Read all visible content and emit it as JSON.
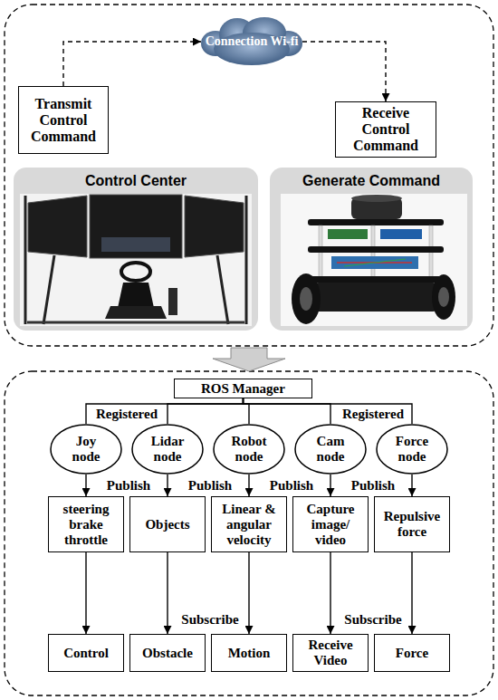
{
  "diagram": {
    "nodes": [
      {
        "text": [
          "Connection Wi-fi"
        ]
      },
      {
        "text": [
          "Transmit Control Command"
        ]
      },
      {
        "text": [
          "Receive Control Command"
        ]
      },
      {
        "text": [
          "Control Center"
        ]
      },
      {
        "text": [
          "Generate Command"
        ]
      },
      {
        "text": [
          "ROS Manager"
        ]
      },
      {
        "text": [
          "Joy node"
        ]
      },
      {
        "text": [
          "Lidar node"
        ]
      },
      {
        "text": [
          "Robot node"
        ]
      },
      {
        "text": [
          "Cam node"
        ]
      },
      {
        "text": [
          "Force node"
        ]
      },
      {
        "text": [
          "steering brake throttle"
        ]
      },
      {
        "text": [
          "Objects"
        ]
      },
      {
        "text": [
          "Linear & angular velocity"
        ]
      },
      {
        "text": [
          "Capture image/ video"
        ]
      },
      {
        "text": [
          "Repulsive force"
        ]
      },
      {
        "text": [
          "Control"
        ]
      },
      {
        "text": [
          "Obstacle"
        ]
      },
      {
        "text": [
          "Motion"
        ]
      },
      {
        "text": [
          "Receive Video"
        ]
      },
      {
        "text": [
          "Force"
        ]
      }
    ],
    "edges": [
      {
        "from": 1,
        "to": 0,
        "arrow": "to"
      },
      {
        "from": 0,
        "to": 2,
        "arrow": "to"
      },
      {
        "from": 5,
        "to": 6,
        "label": "Registered",
        "arrow": "none"
      },
      {
        "from": 5,
        "to": 7,
        "arrow": "none"
      },
      {
        "from": 5,
        "to": 8,
        "arrow": "none"
      },
      {
        "from": 5,
        "to": 9,
        "arrow": "none"
      },
      {
        "from": 5,
        "to": 10,
        "label": "Registered",
        "arrow": "none"
      },
      {
        "from": 6,
        "to": 11,
        "label": "Publish",
        "arrow": "to"
      },
      {
        "from": 7,
        "to": 12,
        "label": "Publish",
        "arrow": "to"
      },
      {
        "from": 8,
        "to": 13,
        "label": "Publish",
        "arrow": "to"
      },
      {
        "from": 9,
        "to": 14,
        "label": "Publish",
        "arrow": "to"
      },
      {
        "from": 10,
        "to": 15,
        "arrow": "to"
      },
      {
        "from": 11,
        "to": 16,
        "arrow": "to"
      },
      {
        "from": 12,
        "to": 17,
        "label": "Subscribe",
        "arrow": "to"
      },
      {
        "from": 13,
        "to": 18,
        "arrow": "to"
      },
      {
        "from": 14,
        "to": 19,
        "label": "Subscribe",
        "arrow": "to"
      },
      {
        "from": 15,
        "to": 20,
        "arrow": "to"
      }
    ]
  }
}
